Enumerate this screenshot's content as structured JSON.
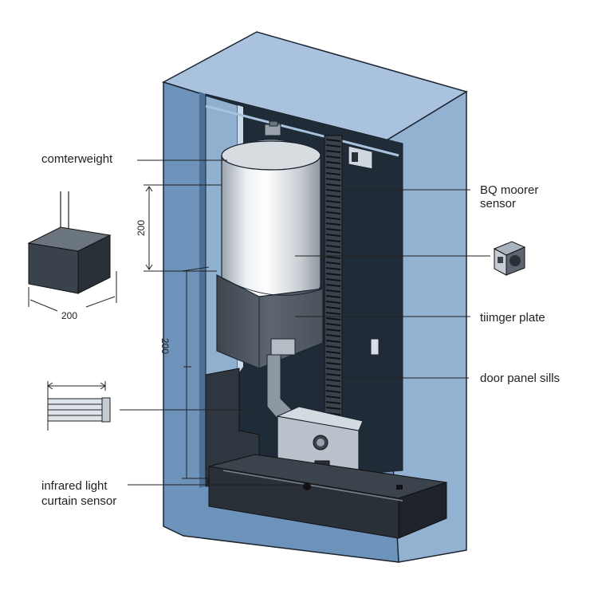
{
  "labels": {
    "counterweight": "comterweight",
    "motor_sensor_line1": "ВQ moorer",
    "motor_sensor_line2": "sensor",
    "trigger_plate": "tiimger plate",
    "door_panel_sills": "door panel sills",
    "infrared_line1": "infrared light",
    "infrared_line2": "curtain sensor"
  },
  "dimensions": {
    "block_width": "200",
    "motor_height": "200",
    "shaft_height": "200"
  },
  "colors": {
    "housing_front": "#6e93bb",
    "housing_side": "#93b2d2",
    "housing_top": "#a9c3de",
    "interior": "#1e2a35",
    "cylinder": "#dfe3e8",
    "dark_block": "#3d4650",
    "base": "#2b3138"
  }
}
